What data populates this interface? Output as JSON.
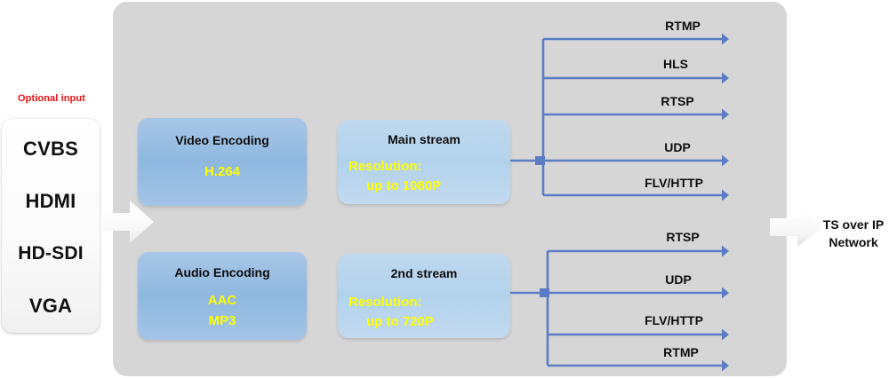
{
  "input_panel": {
    "optional_label": "Optional input",
    "items": [
      {
        "label": "CVBS"
      },
      {
        "label": "HDMI"
      },
      {
        "label": "HD-SDI"
      },
      {
        "label": "VGA"
      }
    ]
  },
  "encoder": {
    "video": {
      "title": "Video Encoding",
      "codec": "H.264"
    },
    "audio": {
      "title": "Audio Encoding",
      "codec_1": "AAC",
      "codec_2": "MP3"
    },
    "main_stream": {
      "title": "Main stream",
      "res_label": "Resolution:",
      "res_value": "up to 1080P"
    },
    "second_stream": {
      "title": "2nd stream",
      "res_label": "Resolution:",
      "res_value": "up to 720P"
    }
  },
  "main_protocols": [
    {
      "label": "RTMP"
    },
    {
      "label": "HLS"
    },
    {
      "label": "RTSP"
    },
    {
      "label": "UDP"
    },
    {
      "label": "FLV/HTTP"
    }
  ],
  "second_protocols": [
    {
      "label": "RTSP"
    },
    {
      "label": "UDP"
    },
    {
      "label": "FLV/HTTP"
    },
    {
      "label": "RTMP"
    }
  ],
  "output": {
    "line_1": "TS over IP",
    "line_2": "Network"
  },
  "colors": {
    "panel_gray": "#d6d6d6",
    "wire_blue": "#5b7cc4",
    "box_blue_dark": "#8fb8e0",
    "box_blue_light": "#b2d2ec",
    "accent_yellow": "#ffff00",
    "optional_red": "#ee1111"
  }
}
